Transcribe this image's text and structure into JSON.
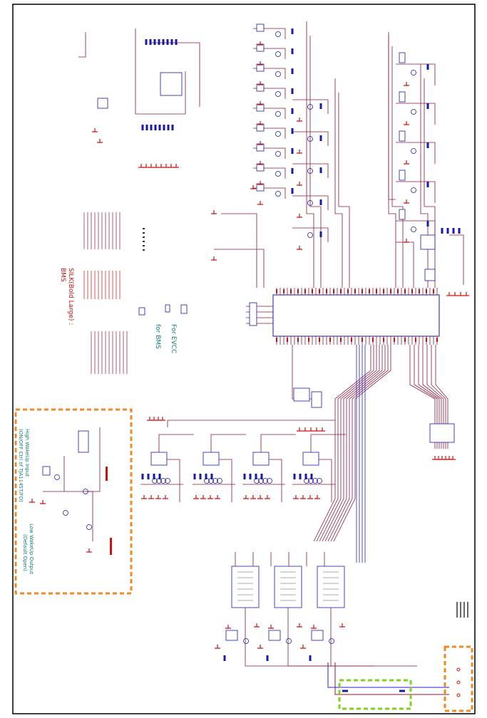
{
  "sheet": {
    "colors": {
      "wire": "#8b1a3a",
      "component": "#1a1aa8",
      "bus": "#2222cc",
      "ground": "#cc1111",
      "text_red": "#cc1111",
      "text_teal": "#137a7a",
      "highlight_orange": "#f08a24",
      "highlight_green": "#7ed321",
      "border": "#000000"
    },
    "annotations": {
      "silk_note": "SILK(Bold Large) :",
      "bms": "BMS",
      "for_bms": "for BMS",
      "for_evcc": "For EVCC",
      "high_wakeup_input": "High WakeUp Input",
      "high_wakeup_detail": "(ON/OFF Ctrl of TJA1145T/FD)",
      "low_wakeup_output": "Low WakeUp Output",
      "low_wakeup_detail": "(Default Open)"
    }
  }
}
